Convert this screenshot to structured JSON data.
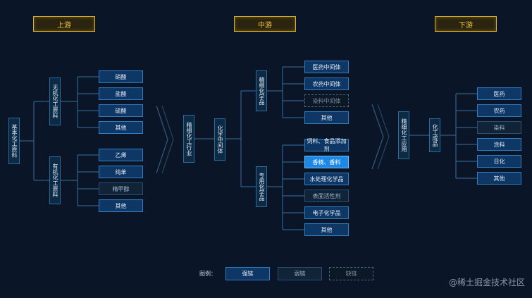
{
  "headers": {
    "upstream": "上游",
    "midstream": "中游",
    "downstream": "下游"
  },
  "upstream": {
    "root": "基本化工原料",
    "groups": [
      {
        "label": "无机化工原料",
        "items": [
          {
            "text": "硝酸",
            "style": "strong"
          },
          {
            "text": "盐酸",
            "style": "strong"
          },
          {
            "text": "硫酸",
            "style": "strong"
          },
          {
            "text": "其他",
            "style": "strong"
          }
        ]
      },
      {
        "label": "有机化工原料",
        "items": [
          {
            "text": "乙烯",
            "style": "strong"
          },
          {
            "text": "纯苯",
            "style": "strong"
          },
          {
            "text": "精甲醇",
            "style": "weak"
          },
          {
            "text": "其他",
            "style": "strong"
          }
        ]
      }
    ]
  },
  "midstream": {
    "industry": "精细化工行业",
    "intermediate": "化学中间体",
    "groups": [
      {
        "label": "精细化学品",
        "items": [
          {
            "text": "医药中间体",
            "style": "strong"
          },
          {
            "text": "农药中间体",
            "style": "strong"
          },
          {
            "text": "染料中间体",
            "style": "missing"
          },
          {
            "text": "其他",
            "style": "strong"
          }
        ]
      },
      {
        "label": "专用化学品",
        "items": [
          {
            "text": "饲料、食品添加剂",
            "style": "strong"
          },
          {
            "text": "香精、香料",
            "style": "highlight"
          },
          {
            "text": "水处理化学品",
            "style": "strong"
          },
          {
            "text": "表面活性剂",
            "style": "weak"
          },
          {
            "text": "电子化学品",
            "style": "strong"
          },
          {
            "text": "其他",
            "style": "strong"
          }
        ]
      }
    ]
  },
  "downstream": {
    "application": "精细化工应用",
    "products": "化工成品",
    "items": [
      {
        "text": "医药",
        "style": "strong"
      },
      {
        "text": "农药",
        "style": "strong"
      },
      {
        "text": "染料",
        "style": "weak"
      },
      {
        "text": "涂料",
        "style": "strong"
      },
      {
        "text": "日化",
        "style": "strong"
      },
      {
        "text": "其他",
        "style": "strong"
      }
    ]
  },
  "legend": {
    "title": "图例：",
    "strong": "强链",
    "weak": "弱链",
    "missing": "缺链"
  },
  "watermark": "@稀土掘金技术社区",
  "colors": {
    "background": "#0a1628",
    "header_border": "#e0b22a",
    "strong_fill": "#0e3766",
    "highlight_fill": "#1e88e5",
    "connector": "#3b6f9e"
  }
}
